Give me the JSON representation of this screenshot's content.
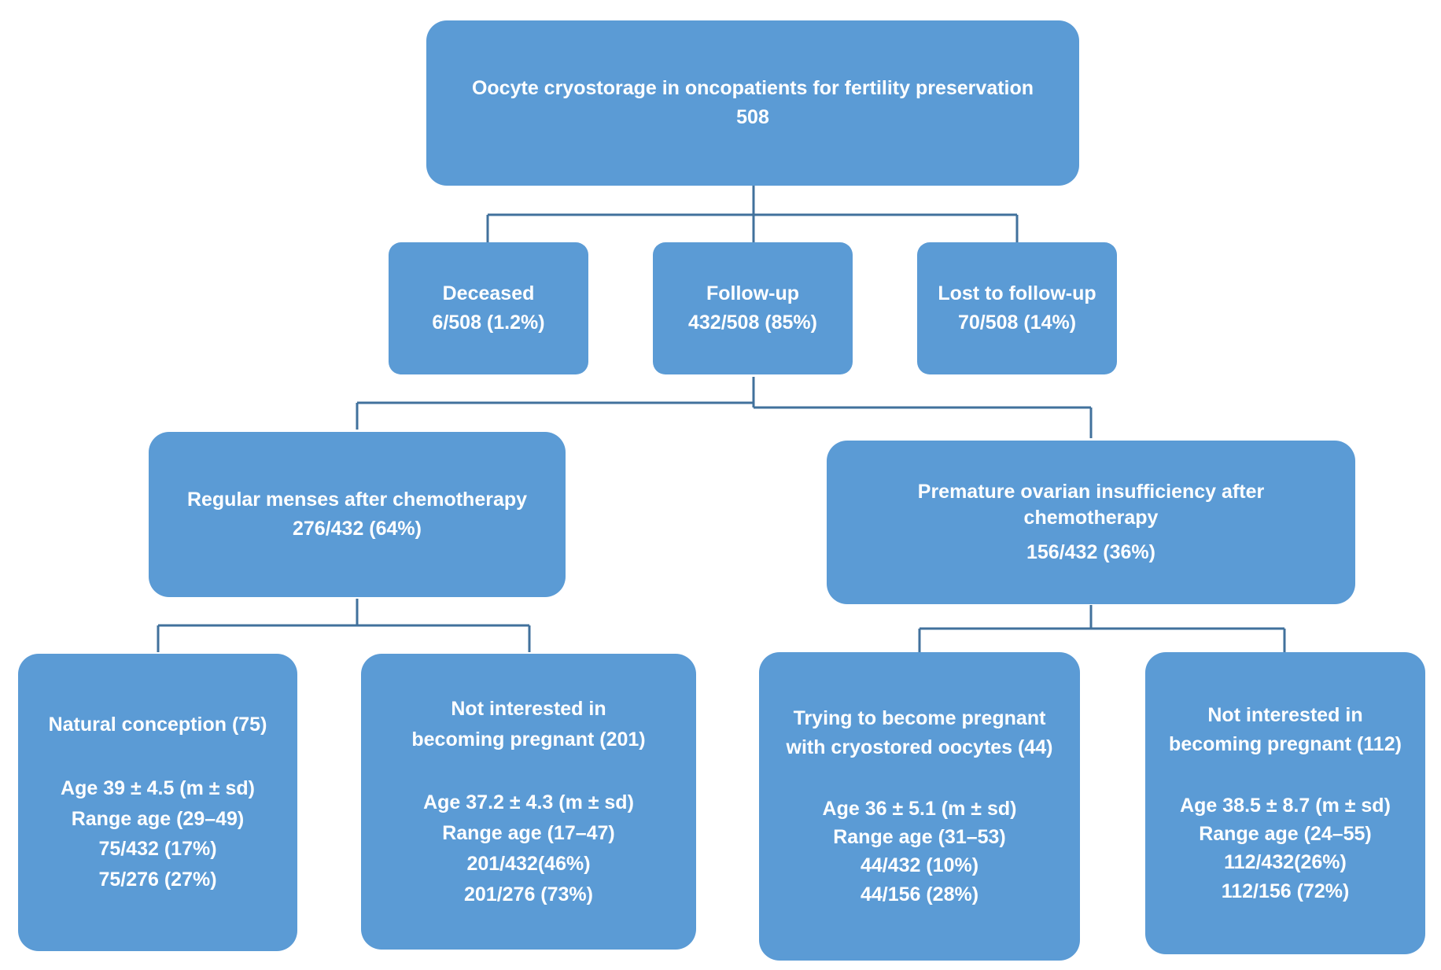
{
  "diagram": {
    "root": {
      "title": "Oocyte cryostorage in oncopatients for fertility preservation",
      "count": "508"
    },
    "level1": {
      "deceased": {
        "title": "Deceased",
        "value": "6/508 (1.2%)"
      },
      "followup": {
        "title": "Follow-up",
        "value": "432/508 (85%)"
      },
      "lost": {
        "title": "Lost to follow-up",
        "value": "70/508 (14%)"
      }
    },
    "level2": {
      "regular": {
        "title": "Regular menses after chemotherapy",
        "value": "276/432 (64%)"
      },
      "poi": {
        "title_line1": "Premature ovarian insufficiency after",
        "title_line2": "chemotherapy",
        "value": "156/432 (36%)"
      }
    },
    "level3": {
      "natural": {
        "title": "Natural conception (75)",
        "age": "Age 39 ± 4.5 (m ± sd)",
        "range": "Range age (29–49)",
        "pct1": "75/432 (17%)",
        "pct2": "75/276 (27%)"
      },
      "not_interested_regular": {
        "title_line1": "Not interested in",
        "title_line2": "becoming pregnant (201)",
        "age": "Age 37.2 ± 4.3 (m ± sd)",
        "range": "Range age (17–47)",
        "pct1": "201/432(46%)",
        "pct2": "201/276 (73%)"
      },
      "trying": {
        "title_line1": "Trying to become pregnant",
        "title_line2": "with cryostored oocytes (44)",
        "age": "Age 36 ± 5.1 (m ± sd)",
        "range": "Range age (31–53)",
        "pct1": "44/432 (10%)",
        "pct2": "44/156 (28%)"
      },
      "not_interested_poi": {
        "title_line1": "Not interested in",
        "title_line2": "becoming pregnant (112)",
        "age": "Age 38.5 ± 8.7 (m ± sd)",
        "range": "Range age (24–55)",
        "pct1": "112/432(26%)",
        "pct2": "112/156 (72%)"
      }
    }
  },
  "colors": {
    "box_fill": "#5b9bd5",
    "connector": "#41719c",
    "text": "#ffffff"
  }
}
